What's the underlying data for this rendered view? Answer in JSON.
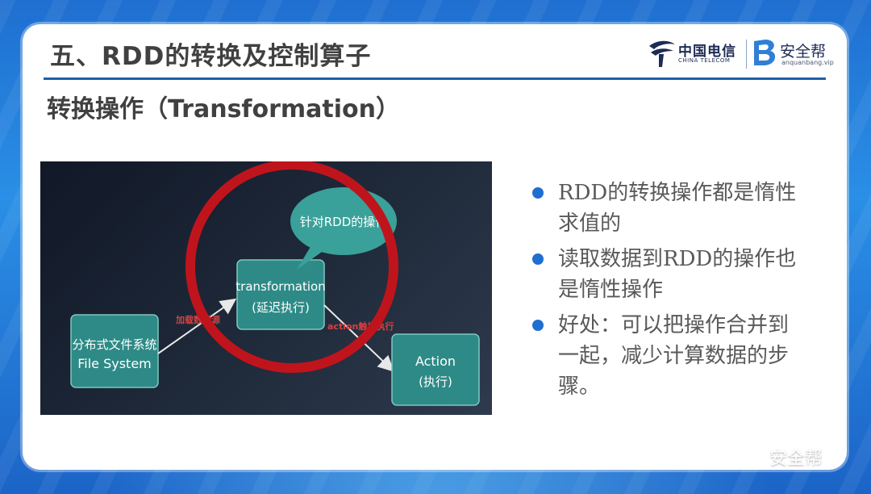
{
  "slide": {
    "title": "五、RDD的转换及控制算子",
    "subtitle": "转换操作（Transformation）"
  },
  "logos": {
    "telecom_name": "中国电信",
    "telecom_en": "CHINA TELECOM",
    "brand_name": "安全帮",
    "brand_url": "anquanbang.vip"
  },
  "diagram": {
    "source_line1": "分布式文件系统",
    "source_line2": "File System",
    "transform_line1": "transformation",
    "transform_line2": "(延迟执行)",
    "action_line1": "Action",
    "action_line2": "(执行)",
    "bubble_text": "针对RDD的操作",
    "arrow1_label": "加载数据源",
    "arrow2_label": "action触发执行",
    "colors": {
      "node": "#2e8a86",
      "bubble": "#3aa19a",
      "circle": "#c0141c"
    }
  },
  "bullets": [
    "RDD的转换操作都是惰性求值的",
    "读取数据到RDD的操作也是惰性操作",
    "好处：可以把操作合并到一起，减少计算数据的步骤。"
  ],
  "watermark": "安全帮",
  "colors": {
    "accent": "#1f6fd0",
    "title_rule": "#1d5fa8",
    "text": "#595959"
  }
}
